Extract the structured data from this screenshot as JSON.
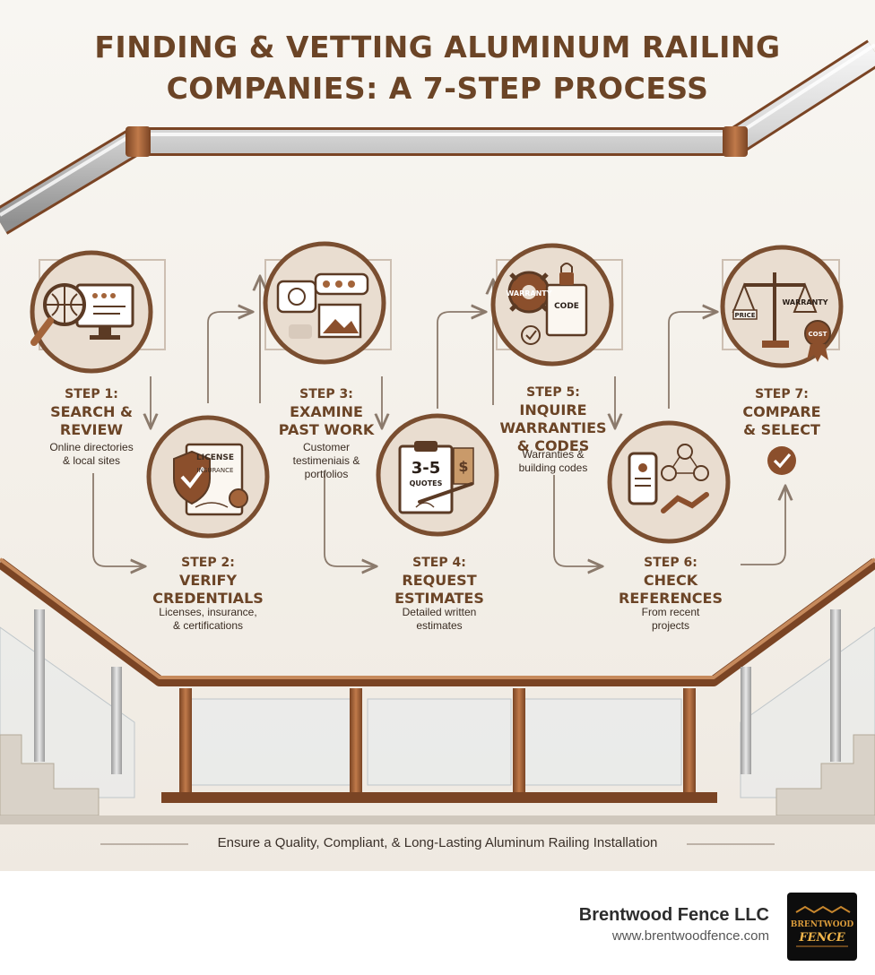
{
  "title": {
    "line1": "FINDING & VETTING ALUMINUM RAILING",
    "line2": "COMPANIES: A 7-STEP PROCESS"
  },
  "steps": [
    {
      "num": "STEP 1:",
      "name": "SEARCH &\nREVIEW",
      "desc": "Online directories\n& local sites",
      "icon": "search-globe-monitor-icon"
    },
    {
      "num": "STEP 2:",
      "name": "VERIFY\nCREDENTIALS",
      "desc": "Licenses, insurance,\n& certifications",
      "icon": "license-shield-icon",
      "badge": "LICENSE",
      "badge2": "INSURANCE"
    },
    {
      "num": "STEP 3:",
      "name": "EXAMINE\nPAST WORK",
      "desc": "Customer\ntestimeniais &\nportfolios",
      "icon": "reviews-photos-icon"
    },
    {
      "num": "STEP 4:",
      "name": "REQUEST\nESTIMATES",
      "desc": "Detailed written\nestimates",
      "icon": "quotes-clipboard-icon",
      "badge": "3-5",
      "badge2": "QUOTES"
    },
    {
      "num": "STEP 5:",
      "name": "INQUIRE\nWARRANTIES\n& CODES",
      "desc": "Warranties &\nbuilding codes",
      "icon": "warranty-code-icon",
      "badge": "WARRANTY",
      "badge2": "CODE"
    },
    {
      "num": "STEP 6:",
      "name": "CHECK\nREFERENCES",
      "desc": "From recent\nprojects",
      "icon": "references-handshake-icon"
    },
    {
      "num": "STEP 7:",
      "name": "COMPARE\n& SELECT",
      "desc": "",
      "icon": "scale-compare-icon",
      "badge": "PRICE",
      "badge2": "WARRANTY",
      "badge3": "COST"
    }
  ],
  "footer": "Ensure a Quality, Compliant, & Long-Lasting Aluminum Railing Installation",
  "brand": {
    "name": "Brentwood Fence LLC",
    "url": "www.brentwoodfence.com",
    "logo_text": "BRENTWOOD FENCE"
  },
  "colors": {
    "accent_brown": "#6b4426",
    "copper": "#a3643a",
    "background": "#f6f3ee"
  }
}
